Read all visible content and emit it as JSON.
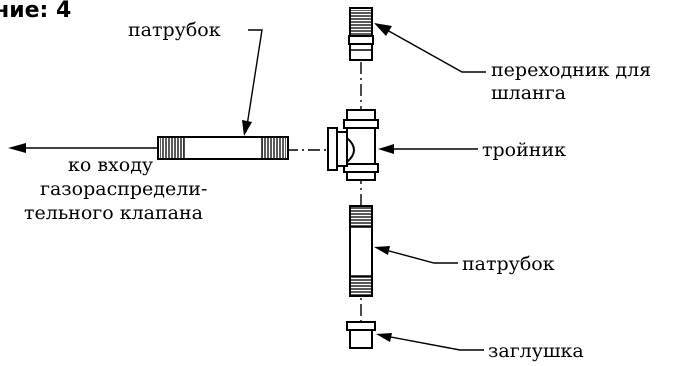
{
  "figure": {
    "title": "ние: 4"
  },
  "labels": {
    "pipe_top": "патрубок",
    "hose_adapter_line1": "переходник для",
    "hose_adapter_line2": "шланга",
    "tee": "тройник",
    "to_inlet_line1": "ко входу",
    "to_inlet_line2": "газораспредели-",
    "to_inlet_line3": "тельного клапана",
    "pipe_bottom": "патрубок",
    "plug": "заглушка"
  }
}
